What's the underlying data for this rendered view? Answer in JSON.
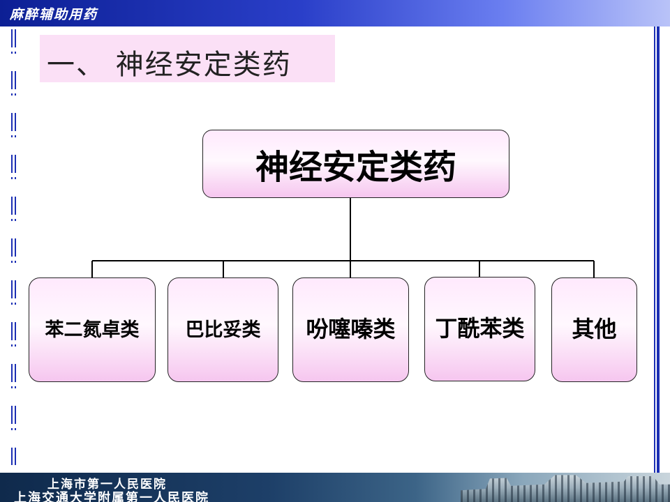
{
  "header": {
    "title": "麻醉辅助用药"
  },
  "heading": {
    "text": "一、 神经安定类药"
  },
  "diagram": {
    "root": "神经安定类药",
    "children": [
      "苯二氮卓类",
      "巴比妥类",
      "吩噻嗪类",
      "丁酰苯类",
      "其他"
    ]
  },
  "footer": {
    "line1": "上海市第一人民医院",
    "line2": "上海交通大学附属第一人民医院"
  },
  "colors": {
    "header_bar": "#1b2fb4",
    "node_fill": "#fbe0f6",
    "heading_fill": "#fbe0f6",
    "footer_bar": "#1d3f68"
  }
}
